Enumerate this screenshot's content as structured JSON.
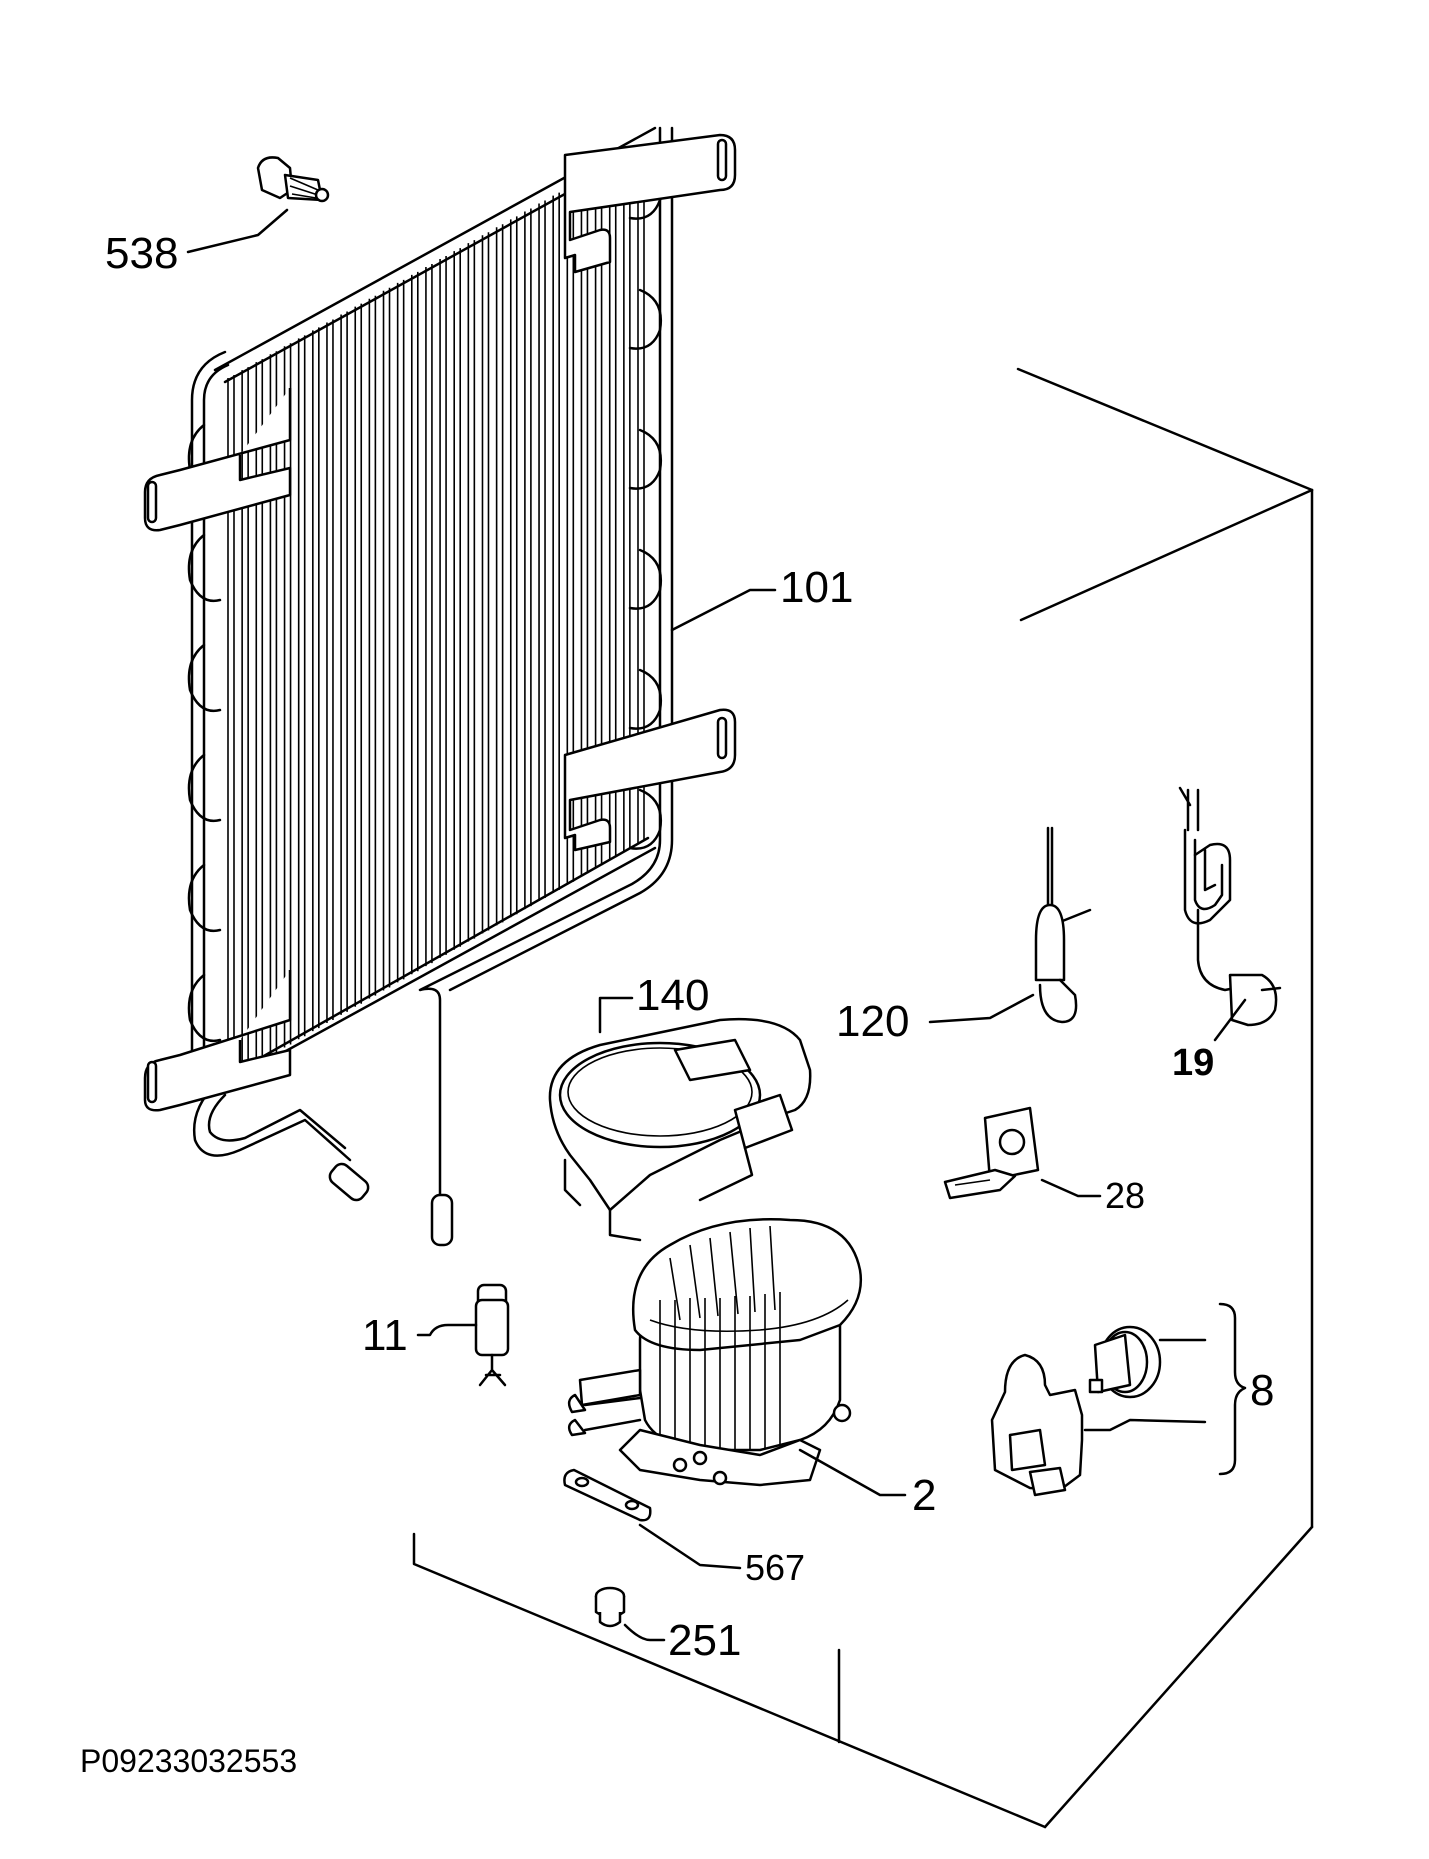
{
  "diagram": {
    "drawing_code": "P09233032553",
    "parts": [
      {
        "id": "condenser",
        "label": "101"
      },
      {
        "id": "clip",
        "label": "538"
      },
      {
        "id": "drip-tray",
        "label": "140"
      },
      {
        "id": "filter-dryer",
        "label": "120"
      },
      {
        "id": "power-cord",
        "label": "19"
      },
      {
        "id": "bracket",
        "label": "28"
      },
      {
        "id": "compressor",
        "label": "2"
      },
      {
        "id": "valve",
        "label": "11"
      },
      {
        "id": "relay-kit",
        "label": "8"
      },
      {
        "id": "mounting-plate",
        "label": "567"
      },
      {
        "id": "grommet",
        "label": "251"
      }
    ]
  }
}
